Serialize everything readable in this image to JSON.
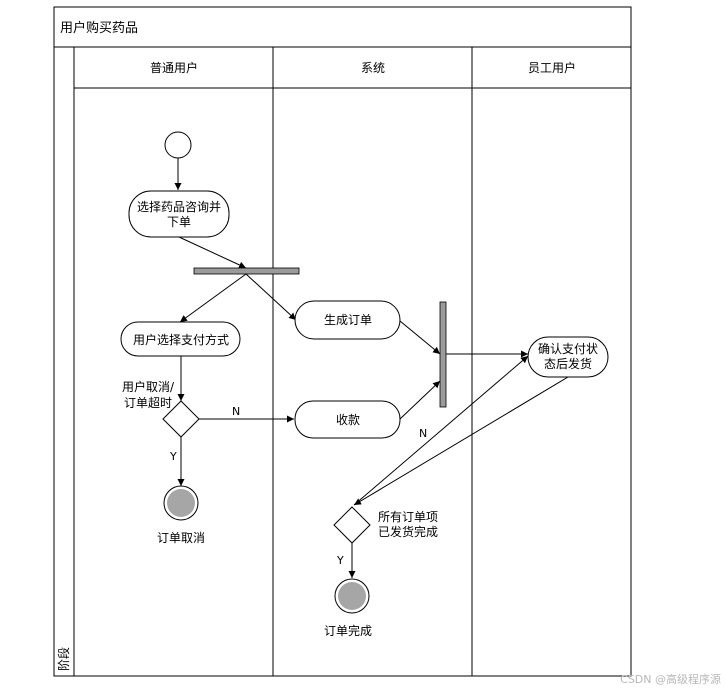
{
  "title": "用户购买药品",
  "phase_label": "阶段",
  "lanes": [
    "普通用户",
    "系统",
    "员工用户"
  ],
  "nodes": {
    "select_drug": [
      "选择药品咨询并",
      "下单"
    ],
    "select_payment": "用户选择支付方式",
    "cancel_condition": [
      "用户取消/",
      "订单超时"
    ],
    "generate_order": "生成订单",
    "collect_payment": "收款",
    "confirm_ship": [
      "确认支付状",
      "态后发货"
    ],
    "all_shipped": [
      "所有订单项",
      "已发货完成"
    ],
    "order_cancelled": "订单取消",
    "order_complete": "订单完成"
  },
  "edge_labels": {
    "n_left": "N",
    "y_left": "Y",
    "n_right": "N",
    "y_right": "Y"
  },
  "watermark": "CSDN @高级程序源"
}
